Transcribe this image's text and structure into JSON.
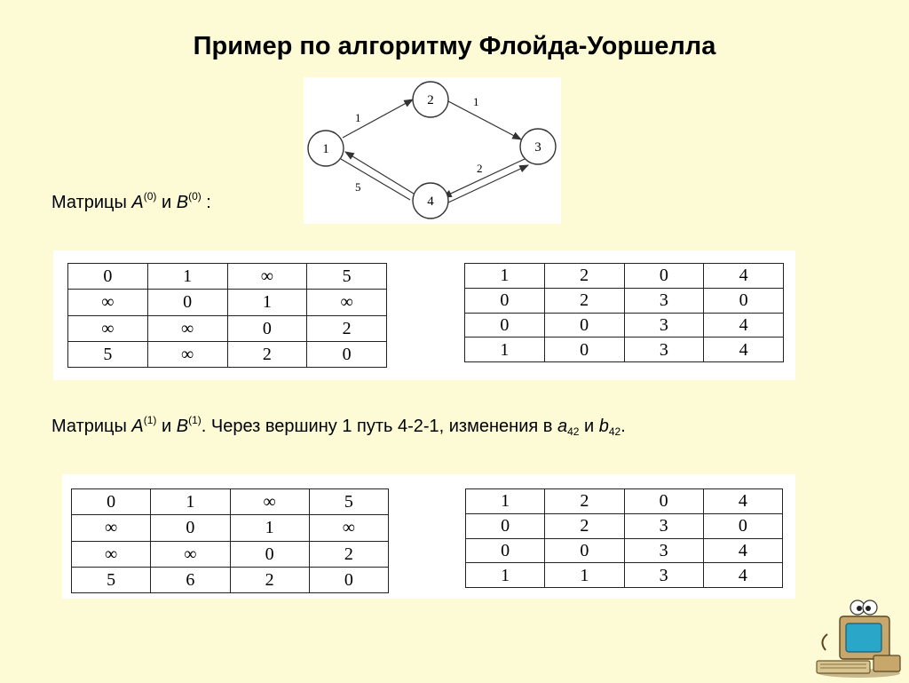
{
  "title": "Пример по алгоритму Флойда-Уоршелла",
  "graph": {
    "nodes": [
      {
        "id": "1",
        "label": "1"
      },
      {
        "id": "2",
        "label": "2"
      },
      {
        "id": "3",
        "label": "3"
      },
      {
        "id": "4",
        "label": "4"
      }
    ],
    "edges": [
      {
        "from": "1",
        "to": "2",
        "weight": "1"
      },
      {
        "from": "2",
        "to": "3",
        "weight": "1"
      },
      {
        "from": "3",
        "to": "4",
        "weight": "2"
      },
      {
        "from": "4",
        "to": "1",
        "weight": "5"
      }
    ]
  },
  "caption0": {
    "prefix": "Матрицы ",
    "a": "A",
    "a_sup": "(0)",
    "mid": " и ",
    "b": "B",
    "b_sup": "(0)",
    "suffix": " :"
  },
  "caption1": {
    "prefix": "Матрицы ",
    "a": "A",
    "a_sup": "(1)",
    "mid": " и ",
    "b": "B",
    "b_sup": "(1)",
    "text": ". Через вершину 1 путь 4-2-1, изменения в ",
    "a2": "a",
    "a2_sub": "42",
    "and": " и ",
    "b2": "b",
    "b2_sub": "42",
    "end": "."
  },
  "matrices": {
    "A0": [
      [
        "0",
        "1",
        "∞",
        "5"
      ],
      [
        "∞",
        "0",
        "1",
        "∞"
      ],
      [
        "∞",
        "∞",
        "0",
        "2"
      ],
      [
        "5",
        "∞",
        "2",
        "0"
      ]
    ],
    "B0": [
      [
        "1",
        "2",
        "0",
        "4"
      ],
      [
        "0",
        "2",
        "3",
        "0"
      ],
      [
        "0",
        "0",
        "3",
        "4"
      ],
      [
        "1",
        "0",
        "3",
        "4"
      ]
    ],
    "A1": [
      [
        "0",
        "1",
        "∞",
        "5"
      ],
      [
        "∞",
        "0",
        "1",
        "∞"
      ],
      [
        "∞",
        "∞",
        "0",
        "2"
      ],
      [
        "5",
        "6",
        "2",
        "0"
      ]
    ],
    "B1": [
      [
        "1",
        "2",
        "0",
        "4"
      ],
      [
        "0",
        "2",
        "3",
        "0"
      ],
      [
        "0",
        "0",
        "3",
        "4"
      ],
      [
        "1",
        "1",
        "3",
        "4"
      ]
    ]
  }
}
